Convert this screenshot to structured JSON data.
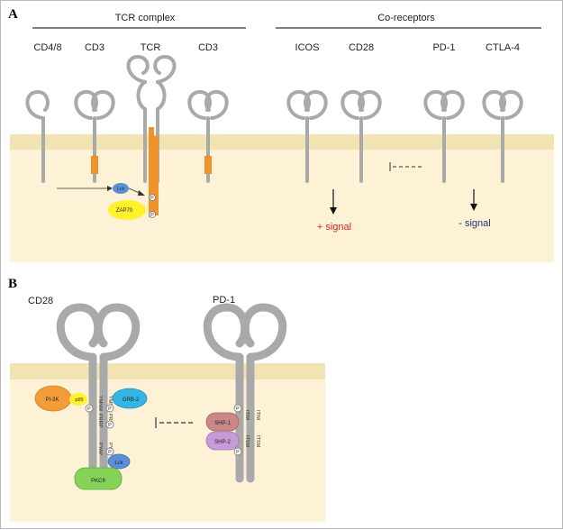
{
  "panel_a": {
    "letter": "A",
    "group_tcr": "TCR complex",
    "group_co": "Co-receptors",
    "receptors": {
      "cd48": "CD4/8",
      "cd3_left": "CD3",
      "tcr": "TCR",
      "cd3_right": "CD3",
      "icos": "ICOS",
      "cd28": "CD28",
      "pd1": "PD-1",
      "ctla4": "CTLA-4"
    },
    "kinase_lck": "Lck",
    "kinase_zap70": "ZAP70",
    "phospho": "P",
    "plus_signal": "+ signal",
    "minus_signal": "- signal"
  },
  "panel_b": {
    "letter": "B",
    "cd28": "CD28",
    "pd1": "PD-1",
    "pi3k": "PI-3K",
    "p85": "p85",
    "grb2": "GRB-2",
    "pkc": "PKCθ",
    "lck": "Lck",
    "shp1": "SHP-1",
    "shp2": "SHP-2",
    "phospho": "P",
    "motifs_cd28": [
      "YMNM",
      "PRRP",
      "PYAP"
    ],
    "motifs_pd1": [
      "ITIM",
      "ITSM"
    ]
  },
  "colors": {
    "membrane": "#f2e3b3",
    "cytoplasm": "#fdf1d6",
    "receptor": "#a9a9a9",
    "itam": "#f0922b",
    "lck": "#5b8fd6",
    "zap70": "#fff22a",
    "plus_signal": "#d7261e",
    "minus_signal": "#1f2f7a",
    "pi3k": "#f39c3a",
    "grb2": "#35b4e6",
    "pkc": "#86d35a",
    "shp1": "#c98787",
    "shp2": "#c79ad8"
  }
}
